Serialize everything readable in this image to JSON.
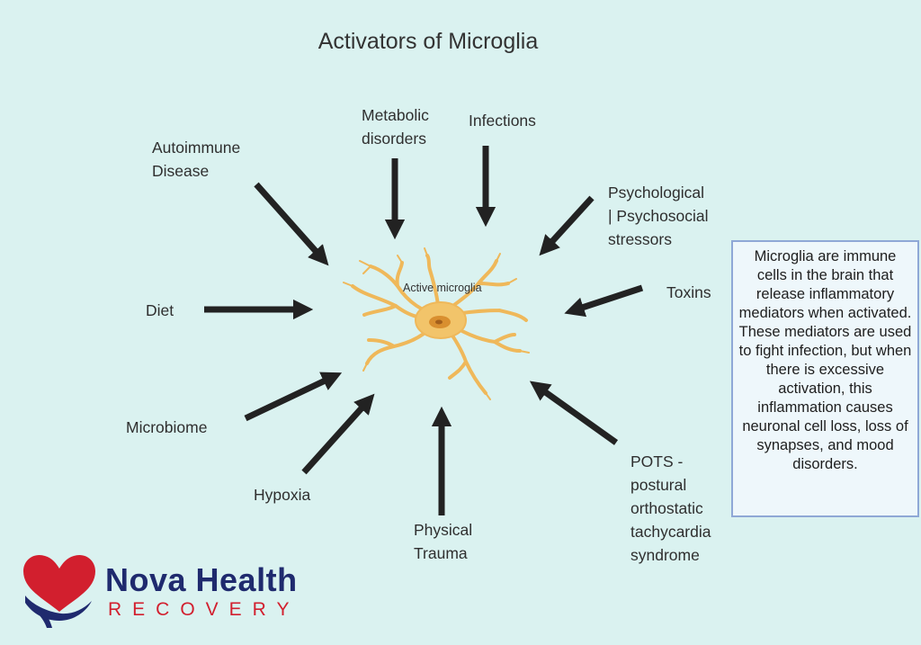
{
  "title": "Activators of Microglia",
  "center_label": "Active microglia",
  "activators": {
    "autoimmune": [
      "Autoimmune",
      "Disease"
    ],
    "metabolic": [
      "Metabolic",
      "disorders"
    ],
    "infections": "Infections",
    "psychological": [
      "Psychological",
      "| Psychosocial",
      "stressors"
    ],
    "toxins": "Toxins",
    "diet": "Diet",
    "microbiome": "Microbiome",
    "hypoxia": "Hypoxia",
    "trauma": [
      "Physical",
      "Trauma"
    ],
    "pots": [
      "POTS -",
      "postural",
      "orthostatic",
      "tachycardia",
      "syndrome"
    ]
  },
  "info_box": "Microglia are immune cells in the brain that release inflammatory mediators when activated. These mediators are used to fight infection, but when there is excessive activation, this inflammation causes neuronal cell loss, loss of synapses, and mood disorders.",
  "logo": {
    "name": "Nova Health",
    "sub": "RECOVERY"
  },
  "colors": {
    "background": "#daf2f0",
    "arrow": "#222222",
    "cell": "#f2c46a",
    "brand_blue": "#1f2a6e",
    "brand_red": "#d21f2e"
  }
}
